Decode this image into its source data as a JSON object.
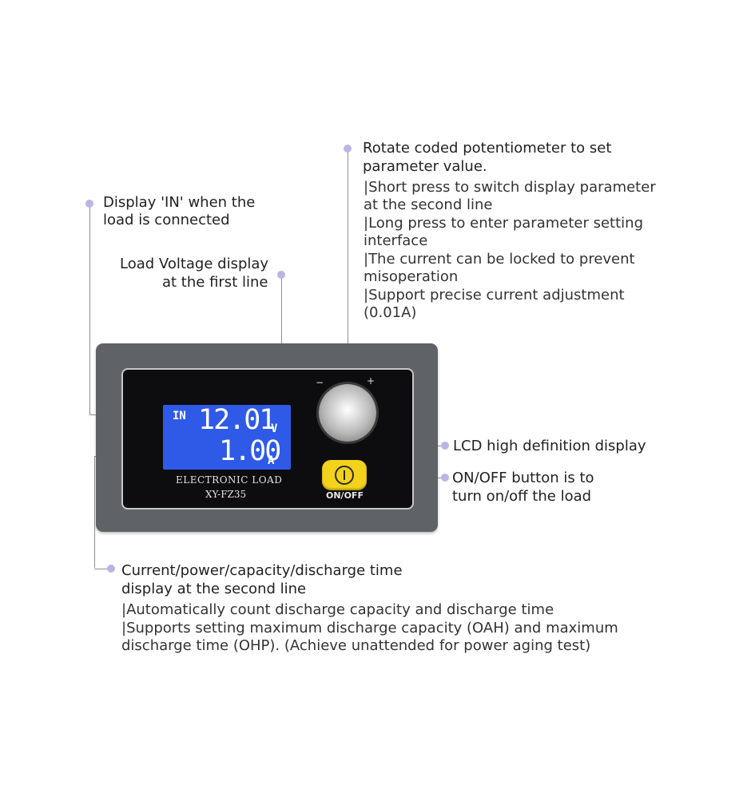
{
  "annotations": {
    "display_in": {
      "line1": "Display 'IN' when the",
      "line2": "load is connected"
    },
    "load_voltage": {
      "line1": "Load Voltage display",
      "line2": "at the first line"
    },
    "potentiometer": {
      "line1": "Rotate coded potentiometer to set",
      "line2": "parameter value.",
      "details": [
        "|Short press to switch display parameter",
        " at the second line",
        "|Long press to enter parameter setting",
        " interface",
        "|The current can be locked to prevent",
        " misoperation",
        "|Support precise current adjustment",
        " (0.01A)"
      ]
    },
    "lcd": {
      "line1": "LCD high definition display"
    },
    "onoff": {
      "line1": "ON/OFF button is to",
      "line2": " turn on/off the load"
    },
    "second_line": {
      "line1": "Current/power/capacity/discharge time",
      "line2": "display at the second line",
      "details": [
        "|Automatically count discharge capacity and discharge time",
        "|Supports setting maximum discharge capacity (OAH) and maximum",
        " discharge time (OHP). (Achieve unattended for power aging test)"
      ]
    }
  },
  "device": {
    "lcd_in": "IN",
    "lcd_row1": "12.01",
    "lcd_unit1": "V",
    "lcd_row2": "1.00",
    "lcd_unit2": "A",
    "brand": "ELECTRONIC LOAD",
    "model": "XY-FZ35",
    "knob_minus": "−",
    "knob_plus": "+",
    "button_label": "ON/OFF"
  },
  "colors": {
    "lcd": "#2f5ae8",
    "button": "#f2d21b",
    "dot": "#b9b6e3",
    "body": "#5f6266"
  }
}
